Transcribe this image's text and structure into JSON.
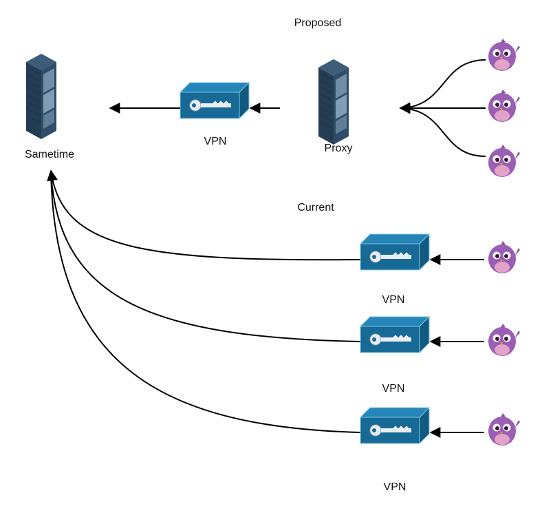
{
  "sections": {
    "proposed": {
      "title": "Proposed",
      "server_label": "Sametime",
      "vpn_label": "VPN",
      "proxy_label": "Proxy",
      "client_count": 3
    },
    "current": {
      "title": "Current",
      "vpn_labels": [
        "VPN",
        "VPN",
        "VPN"
      ],
      "client_count": 3
    }
  },
  "colors": {
    "vpn_front": "#176a96",
    "vpn_top": "#1f7fb2",
    "vpn_side": "#12597f",
    "server": "#2d4a63",
    "bird": "#9a5fb4",
    "bird_belly": "#e3a3c8",
    "line": "#000000"
  },
  "icons": {
    "server": "server-rack-icon",
    "vpn": "vpn-key-appliance-icon",
    "client": "pidgin-bird-icon"
  }
}
